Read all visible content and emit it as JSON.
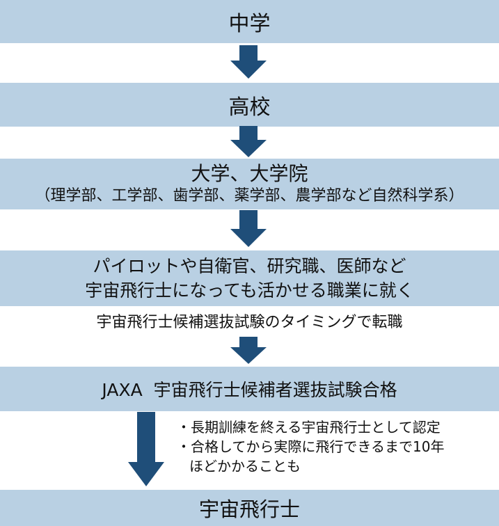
{
  "colors": {
    "box_fill": "#b9d0e3",
    "arrow_fill": "#1f4e79",
    "text": "#111111"
  },
  "steps": [
    {
      "lines": [
        "中学"
      ]
    },
    {
      "lines": [
        "高校"
      ]
    },
    {
      "lines": [
        "大学、大学院",
        "（理学部、工学部、歯学部、薬学部、農学部など自然科学系）"
      ]
    },
    {
      "lines": [
        "パイロットや自衛官、研究職、医師など",
        "宇宙飛行士になっても活かせる職業に就く"
      ]
    },
    {
      "lines": [
        "JAXA  宇宙飛行士候補者選抜試験合格"
      ]
    },
    {
      "lines": [
        "宇宙飛行士"
      ]
    }
  ],
  "transition_note": "宇宙飛行士候補選抜試験のタイミングで転職",
  "final_notes": [
    "・長期訓練を終える宇宙飛行士として認定",
    "・合格してから実際に飛行できるまで10年",
    "ほどかかることも"
  ]
}
